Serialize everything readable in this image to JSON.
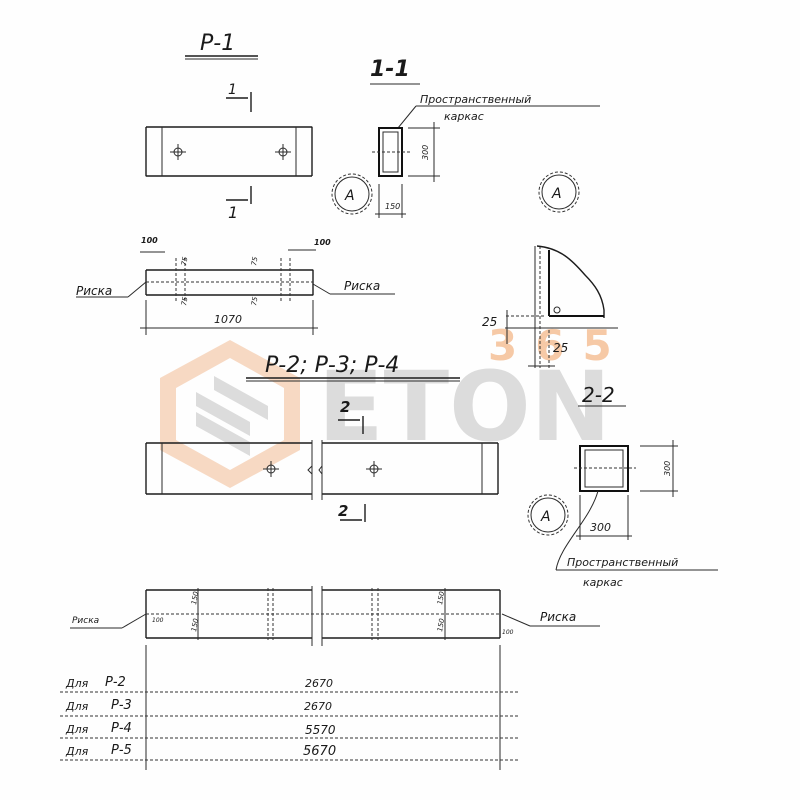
{
  "watermark": {
    "brand_top": "365",
    "brand_main": "ETON",
    "colors": {
      "orange": "#f5c8a8",
      "gray": "#d9d9d9"
    }
  },
  "p1": {
    "title": "Р-1",
    "section_mark_top": "1",
    "section_mark_bottom": "1",
    "plan": {
      "dim_left": "100",
      "dim_right": "100",
      "dim_offsets": [
        "75",
        "75",
        "75",
        "75"
      ],
      "length": "1070",
      "mark_left": "Риска",
      "mark_right": "Риска"
    }
  },
  "section_1_1": {
    "title": "1-1",
    "callout": "Пространственный каркас",
    "callout_line1": "Пространственный",
    "callout_line2": "каркас",
    "height": "300",
    "width": "150",
    "detail_ref": "А"
  },
  "detail_a": {
    "ref": "А",
    "dim_vertical": "25",
    "dim_horizontal": "25"
  },
  "p2": {
    "title": "Р-2;  Р-3;  Р-4",
    "section_mark_top": "2",
    "section_mark_bottom": "2",
    "plan": {
      "mark_left": "Риска",
      "mark_right": "Риска",
      "dims_left": [
        "150",
        "150",
        "100"
      ],
      "dims_right": [
        "150",
        "150",
        "100"
      ]
    }
  },
  "section_2_2": {
    "title": "2-2",
    "callout_line1": "Пространственный",
    "callout_line2": "каркас",
    "height": "300",
    "width": "300",
    "detail_ref": "А"
  },
  "length_table": {
    "rows": [
      {
        "label": "Для",
        "mark": "Р-2",
        "length": "2670"
      },
      {
        "label": "Для",
        "mark": "Р-3",
        "length": "2670"
      },
      {
        "label": "Для",
        "mark": "Р-4",
        "length": "5570"
      },
      {
        "label": "Для",
        "mark": "Р-5",
        "length": "5670"
      }
    ]
  }
}
